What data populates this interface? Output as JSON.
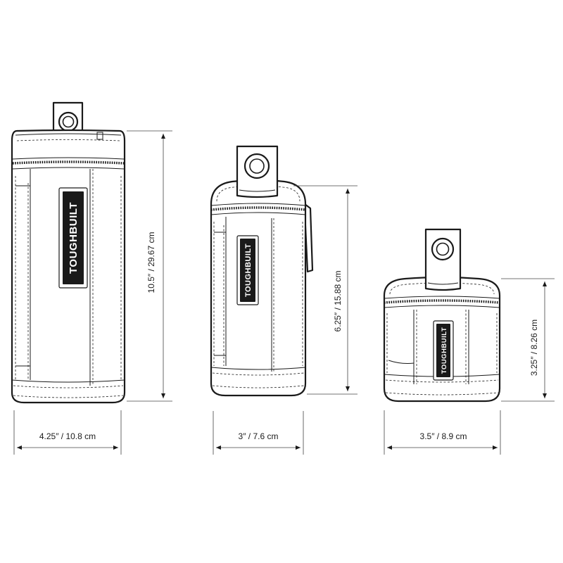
{
  "brand": "TOUGHBUILT",
  "colors": {
    "ink": "#1a1a1a",
    "background": "#ffffff"
  },
  "products": [
    {
      "id": "large",
      "height_label": "10.5″  /  29.67 cm",
      "width_label": "4.25″  /  10.8 cm"
    },
    {
      "id": "medium",
      "height_label": "6.25″  /  15.88 cm",
      "width_label": "3″  /  7.6 cm"
    },
    {
      "id": "small",
      "height_label": "3.25″  /  8.26 cm",
      "width_label": "3.5″  /  8.9 cm"
    }
  ]
}
